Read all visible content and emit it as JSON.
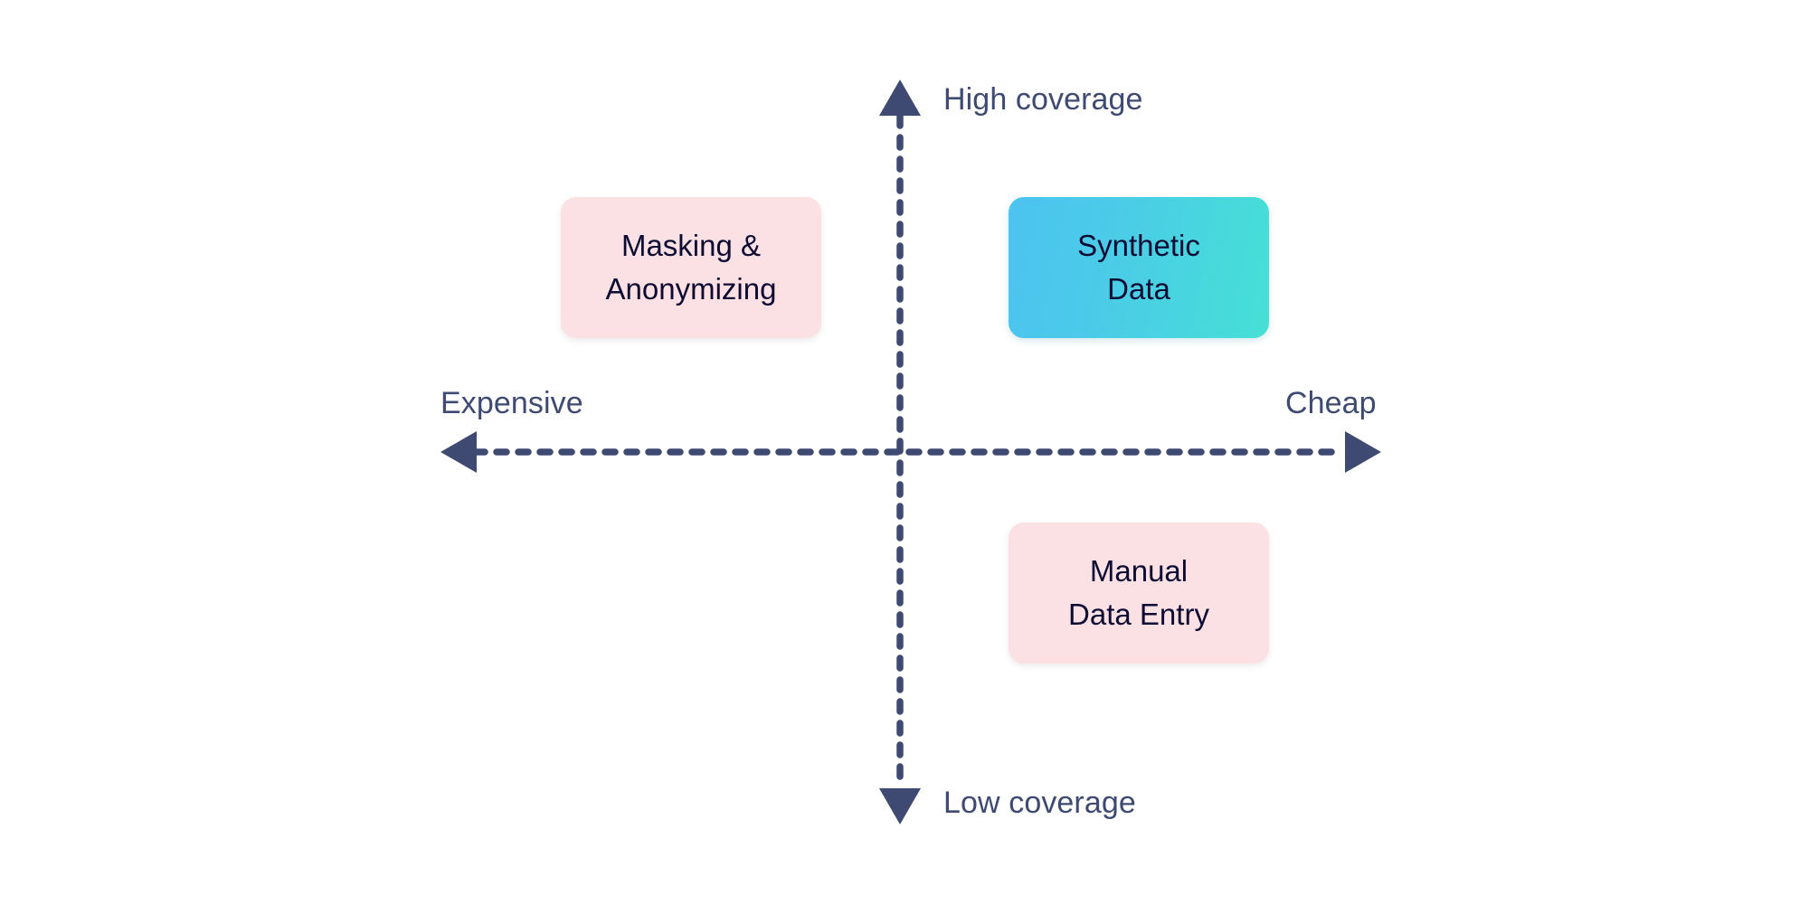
{
  "chart_data": {
    "type": "scatter",
    "title": "",
    "subtitle": "",
    "layout": "2x2-quadrant-matrix",
    "xlabel": "",
    "ylabel": "",
    "x_axis": {
      "name": "cost",
      "left_label": "Expensive",
      "right_label": "Cheap",
      "left_arrow": true,
      "right_arrow": true,
      "style": "dashed"
    },
    "y_axis": {
      "name": "coverage",
      "top_label": "High coverage",
      "bottom_label": "Low coverage",
      "top_arrow": true,
      "bottom_arrow": true,
      "style": "dashed"
    },
    "grid": false,
    "legend": "none",
    "items": [
      {
        "label": "Masking &\nAnonymizing",
        "quadrant": "top-left",
        "x_position": "expensive",
        "y_position": "high coverage",
        "highlighted": false,
        "fill": "#fce1e4"
      },
      {
        "label": "Synthetic\nData",
        "quadrant": "top-right",
        "x_position": "cheap",
        "y_position": "high coverage",
        "highlighted": true,
        "fill_start": "#4cc3f0",
        "fill_end": "#45e0d5"
      },
      {
        "label": "Manual\nData Entry",
        "quadrant": "bottom-right",
        "x_position": "cheap",
        "y_position": "low coverage",
        "highlighted": false,
        "fill": "#fce1e4"
      }
    ]
  },
  "axis": {
    "top_label": "High coverage",
    "bottom_label": "Low coverage",
    "left_label": "Expensive",
    "right_label": "Cheap",
    "line_color": "#3e4a72"
  },
  "boxes": {
    "masking": {
      "label": "Masking &\nAnonymizing"
    },
    "synthetic": {
      "label": "Synthetic\nData"
    },
    "manual": {
      "label": "Manual\nData Entry"
    }
  },
  "colors": {
    "axis": "#3e4a72",
    "box_text": "#0d0b33",
    "pink_fill": "#fce1e4",
    "gradient_start": "#4cc3f0",
    "gradient_end": "#45e0d5",
    "background": "#ffffff"
  }
}
